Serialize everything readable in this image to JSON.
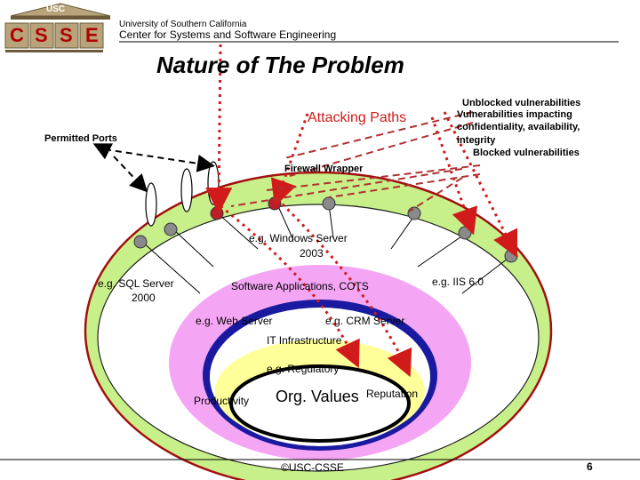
{
  "header": {
    "logo_top": "USC",
    "logo_letters": [
      "C",
      "S",
      "S",
      "E"
    ],
    "university": "University of Southern California",
    "center": "Center for Systems and Software Engineering"
  },
  "title": "Nature of The Problem",
  "labels": {
    "attacking_paths": "Attacking Paths",
    "permitted_ports": "Permitted Ports",
    "firewall_wrapper": "Firewall Wrapper",
    "windows_server_1": "e.g. Windows Server",
    "windows_server_2": "2003",
    "sql_server_1": "e.g. SQL Server",
    "sql_server_2": "2000",
    "iis": "e.g. IIS 6.0",
    "software_apps": "Software Applications, COTS",
    "web_server": "e.g. Web Server",
    "crm_server": "e.g. CRM Server",
    "it_infrastructure": "IT Infrastructure",
    "regulatory": "e.g. Regulatory",
    "productivity": "Productivity",
    "org_values": "Org. Values",
    "reputation": "Reputation"
  },
  "vulnerabilities": {
    "unblocked": "Unblocked vulnerabilities",
    "impacting_1": "Vulnerabilities impacting",
    "impacting_2": "confidentiality, availability,",
    "impacting_3": "integrity",
    "blocked": "Blocked vulnerabilities"
  },
  "footer": {
    "copyright": "©USC-CSSE",
    "page": "6"
  },
  "colors": {
    "outer_ring": "#c8f08a",
    "pink_ring": "#f4a6f4",
    "blue_ring": "#1a1aa0",
    "yellow_ring": "#ffff99",
    "attack_red": "#d11a1a",
    "node_gray": "#8a8a8a",
    "node_red": "#b81f2a"
  }
}
